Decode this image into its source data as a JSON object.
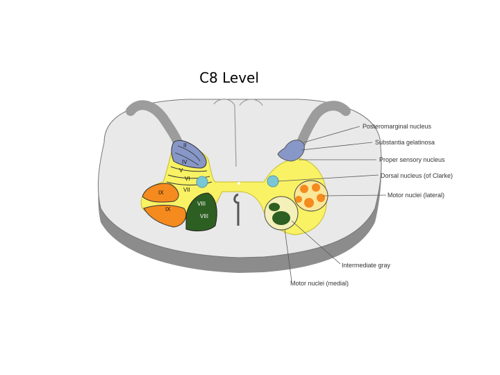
{
  "title": "C8 Level",
  "labels": {
    "posteromarginal": "Posteromarginal nucleus",
    "substantia": "Substantia gelatinosa",
    "proper_sensory": "Proper sensory nucleus",
    "dorsal_clarke": "Dorsal nucleus (of Clarke)",
    "motor_lateral": "Motor nuclei (lateral)",
    "intermediate": "Intermediate gray",
    "motor_medial": "Motor nuclei (medial)"
  },
  "laminae": {
    "II": "II",
    "IV": "IV",
    "V": "V",
    "VI": "VI",
    "VII": "VII",
    "VIII_a": "VIII",
    "VIII_b": "VIII",
    "IX_a": "IX",
    "IX_b": "IX"
  },
  "colors": {
    "white_matter": "#e9e9e9",
    "white_matter_shadow": "#8c8c8c",
    "dorsal_root": "#9c9c9c",
    "lamina_blue": "#8797c7",
    "gray_yellow": "#f8f264",
    "clarke_teal": "#79c7d6",
    "motor_orange": "#f58a1e",
    "motor_green": "#2e5f22",
    "leader": "#555555"
  }
}
